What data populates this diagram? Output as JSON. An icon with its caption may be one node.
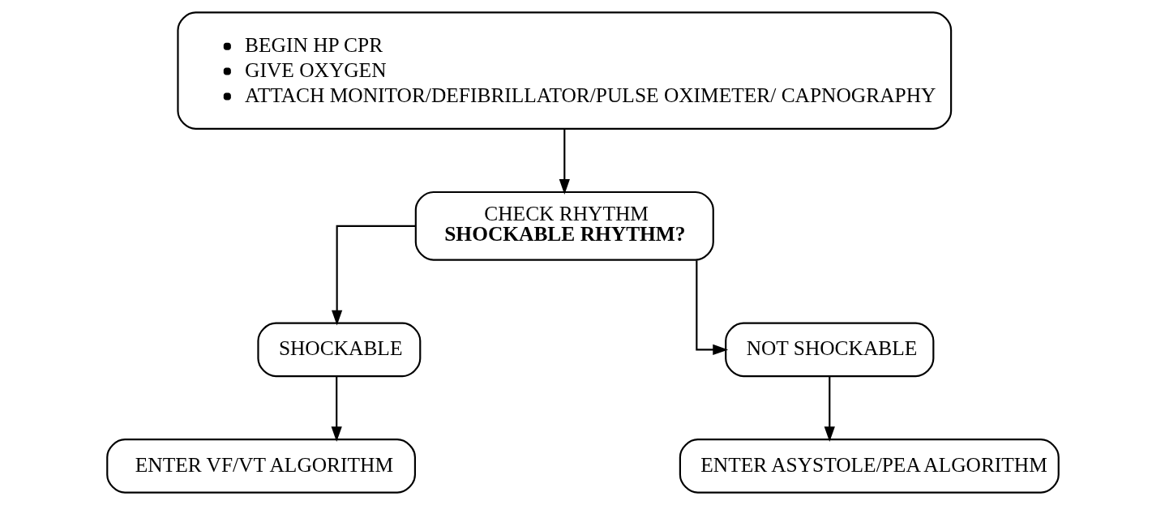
{
  "diagram": {
    "nodes": [
      {
        "text": [
          "BEGIN HP CPR",
          "GIVE OXYGEN",
          "ATTACH MONITOR/DEFIBRILLATOR/PULSE OXIMETER/ CAPNOGRAPHY"
        ]
      },
      {
        "text": [
          "CHECK RHYTHM",
          "SHOCKABLE RHYTHM?"
        ]
      },
      {
        "text": [
          "SHOCKABLE"
        ]
      },
      {
        "text": [
          "NOT SHOCKABLE"
        ]
      },
      {
        "text": [
          "ENTER VF/VT ALGORITHM"
        ]
      },
      {
        "text": [
          "ENTER ASYSTOLE/PEA ALGORITHM"
        ]
      }
    ],
    "edges": [
      {
        "from": 0,
        "to": 1,
        "arrow": "to"
      },
      {
        "from": 1,
        "to": 2,
        "arrow": "to"
      },
      {
        "from": 1,
        "to": 3,
        "arrow": "to"
      },
      {
        "from": 2,
        "to": 4,
        "arrow": "to"
      },
      {
        "from": 3,
        "to": 5,
        "arrow": "to"
      }
    ]
  }
}
